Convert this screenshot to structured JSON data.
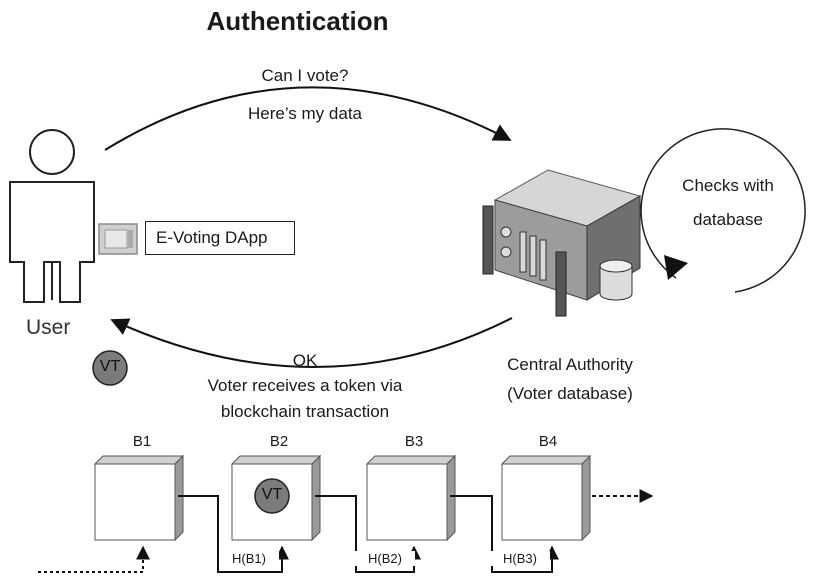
{
  "title": "Authentication",
  "request_line1": "Can I vote?",
  "request_line2": "Here’s my data",
  "user_label": "User",
  "app_label": "E-Voting DApp",
  "checks_line1": "Checks with",
  "checks_line2": "database",
  "authority_line1": "Central Authority",
  "authority_line2": "(Voter database)",
  "ok_label": "OK",
  "token_line1": "Voter receives a token via",
  "token_line2": "blockchain transaction",
  "token_badge": "VT",
  "blocks": [
    "B1",
    "B2",
    "B3",
    "B4"
  ],
  "hashes": [
    "H(B1)",
    "H(B2)",
    "H(B3)"
  ],
  "icons": [
    "user-icon",
    "app-window-icon",
    "server-icon",
    "database-icon"
  ]
}
